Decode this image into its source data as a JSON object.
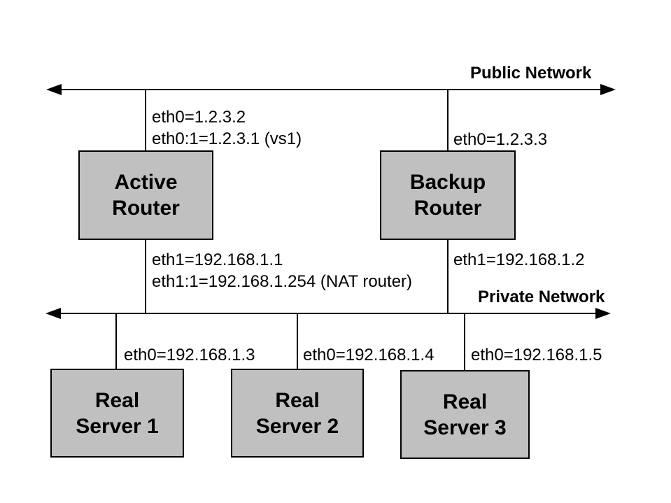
{
  "colors": {
    "background": "#ffffff",
    "node_fill": "#c0c0c0",
    "line": "#000000",
    "text": "#000000"
  },
  "diagram": {
    "public_network": {
      "label": "Public Network"
    },
    "private_network": {
      "label": "Private Network"
    },
    "routers": [
      {
        "name": "Active\nRouter",
        "public_interfaces": "eth0=1.2.3.2\neth0:1=1.2.3.1 (vs1)",
        "private_interfaces": "eth1=192.168.1.1\neth1:1=192.168.1.254 (NAT router)"
      },
      {
        "name": "Backup\nRouter",
        "public_interfaces": "eth0=1.2.3.3",
        "private_interfaces": "eth1=192.168.1.2"
      }
    ],
    "servers": [
      {
        "name": "Real\nServer 1",
        "interface": "eth0=192.168.1.3"
      },
      {
        "name": "Real\nServer 2",
        "interface": "eth0=192.168.1.4"
      },
      {
        "name": "Real\nServer 3",
        "interface": "eth0=192.168.1.5"
      }
    ]
  }
}
